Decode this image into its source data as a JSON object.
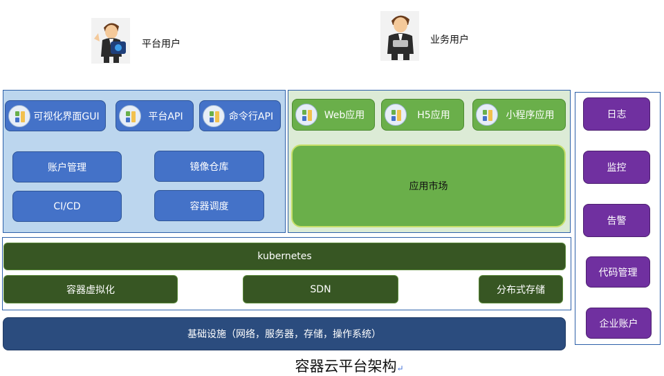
{
  "users": {
    "platform_user": "平台用户",
    "business_user": "业务用户"
  },
  "platform": {
    "entries": [
      "可视化界面GUI",
      "平台API",
      "命令行API"
    ],
    "modules": [
      "账户管理",
      "镜像仓库",
      "CI/CD",
      "容器调度"
    ]
  },
  "business": {
    "entries": [
      "Web应用",
      "H5应用",
      "小程序应用"
    ],
    "market": "应用市场"
  },
  "orchestration": {
    "kubernetes": "kubernetes",
    "components": [
      "容器虚拟化",
      "SDN",
      "分布式存储"
    ]
  },
  "infrastructure": "基础设施（网络，服务器，存储，操作系统）",
  "ops": [
    "日志",
    "监控",
    "告警",
    "代码管理",
    "企业账户"
  ],
  "caption": "容器云平台架构",
  "colors": {
    "panel_blue": "#bcd6ee",
    "panel_green": "#dcebd6",
    "module_blue": "#4472c8",
    "app_green": "#6aaf4a",
    "dark_green": "#375623",
    "navy": "#2b4c7e",
    "purple": "#7030a0"
  }
}
